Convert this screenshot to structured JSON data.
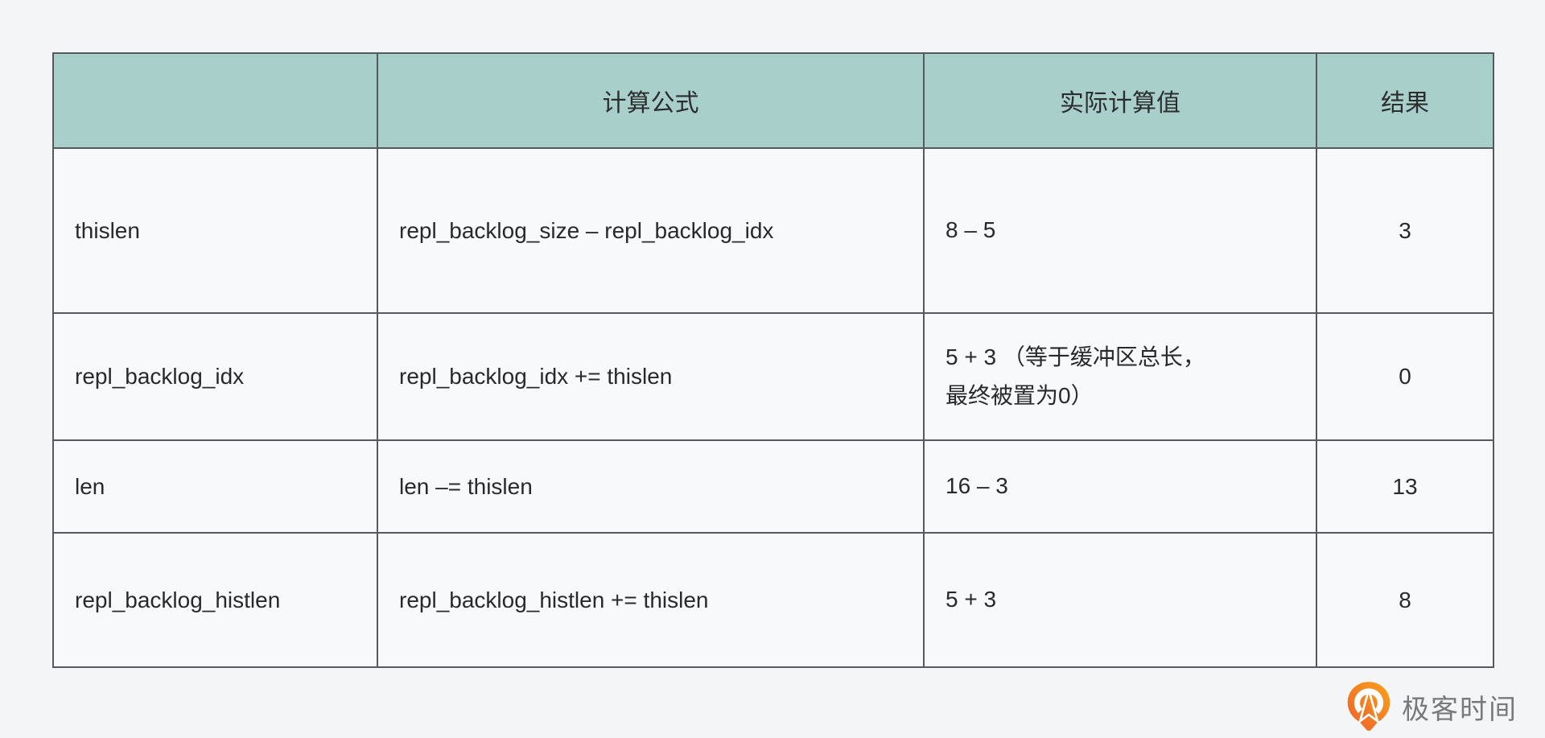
{
  "table": {
    "header": {
      "variable": "",
      "formula": "计算公式",
      "actual": "实际计算值",
      "result": "结果"
    },
    "rows": [
      {
        "variable": "thislen",
        "formula": "repl_backlog_size – repl_backlog_idx",
        "actual": "8 – 5",
        "result": "3"
      },
      {
        "variable": "repl_backlog_idx",
        "formula": "repl_backlog_idx += thislen",
        "actual": "5 + 3 （等于缓冲区总长，\n最终被置为0）",
        "result": "0"
      },
      {
        "variable": "len",
        "formula": "len –= thislen",
        "actual": "16 – 3",
        "result": "13"
      },
      {
        "variable": "repl_backlog_histlen",
        "formula": "repl_backlog_histlen += thislen",
        "actual": "5 + 3",
        "result": "8"
      }
    ],
    "colors": {
      "header_bg": "#a8cfca",
      "border": "#555a5e",
      "cell_bg": "#f8f9fa",
      "page_bg": "#f4f5f6"
    }
  },
  "branding": {
    "logo_text": "极客时间",
    "logo_orange_dark": "#ed5f2c",
    "logo_orange_light": "#f9a21b",
    "logo_text_color": "#77797c"
  },
  "chart_data": {
    "type": "table",
    "title": "",
    "columns": [
      "",
      "计算公式",
      "实际计算值",
      "结果"
    ],
    "rows": [
      [
        "thislen",
        "repl_backlog_size – repl_backlog_idx",
        "8 – 5",
        "3"
      ],
      [
        "repl_backlog_idx",
        "repl_backlog_idx += thislen",
        "5 + 3 （等于缓冲区总长，最终被置为0）",
        "0"
      ],
      [
        "len",
        "len –= thislen",
        "16 – 3",
        "13"
      ],
      [
        "repl_backlog_histlen",
        "repl_backlog_histlen += thislen",
        "5 + 3",
        "8"
      ]
    ]
  }
}
